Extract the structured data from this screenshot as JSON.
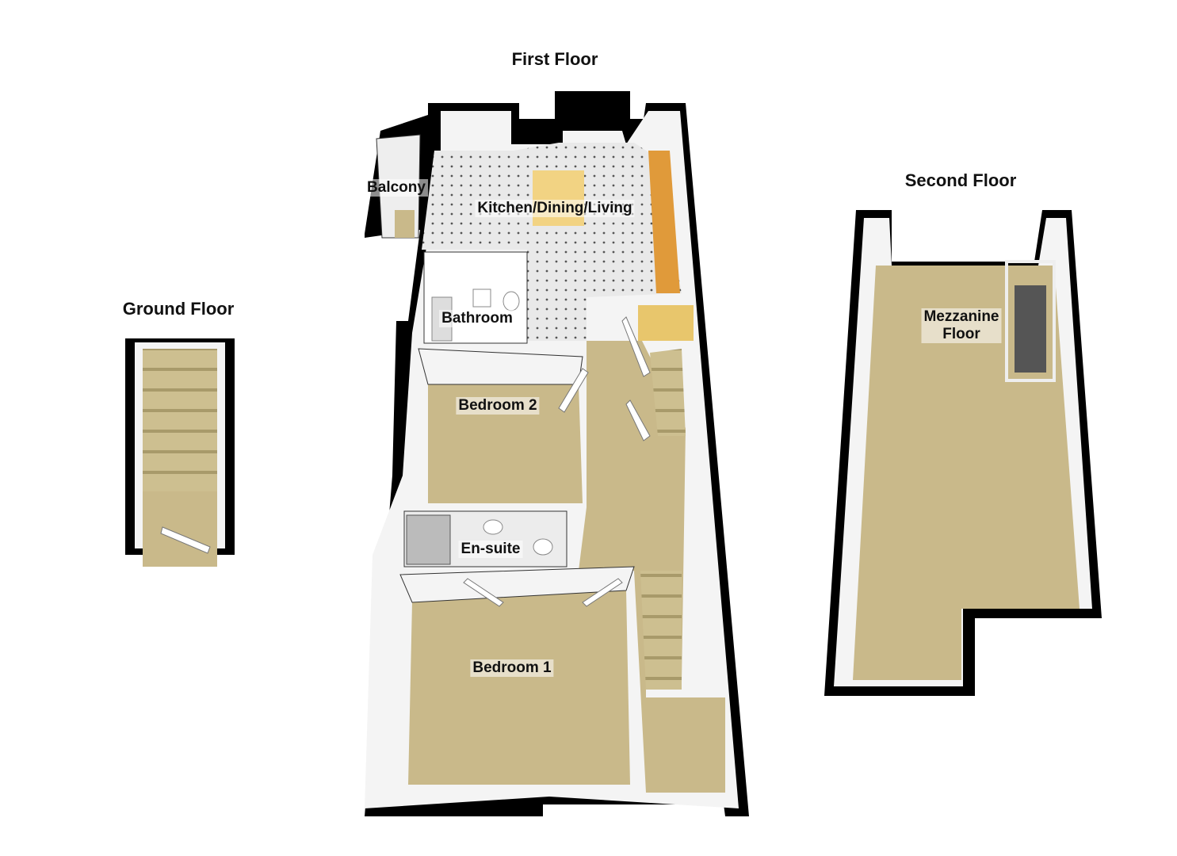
{
  "floors": {
    "ground": {
      "title": "Ground Floor"
    },
    "first": {
      "title": "First Floor"
    },
    "second": {
      "title": "Second Floor"
    }
  },
  "rooms": {
    "balcony": "Balcony",
    "kitchen": "Kitchen/Dining/Living",
    "bathroom": "Bathroom",
    "bedroom2": "Bedroom 2",
    "ensuite": "En-suite",
    "bedroom1": "Bedroom 1",
    "mezzanine_line1": "Mezzanine",
    "mezzanine_line2": "Floor"
  },
  "colors": {
    "wall": "#000000",
    "carpet": "#c9b98a",
    "tile": "#e6e6e6",
    "worktop": "#e09a3a",
    "inner_wall": "#f4f4f4"
  }
}
